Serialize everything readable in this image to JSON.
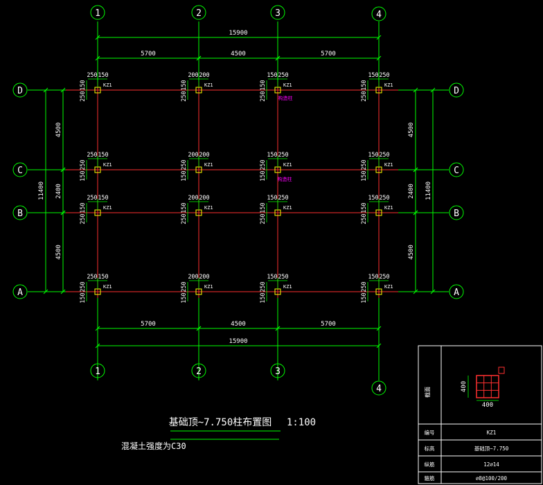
{
  "colors": {
    "background": "#000000",
    "axis": "#00ff00",
    "dimension": "#00ff00",
    "beam": "#ff3030",
    "column": "#ffff00",
    "text": "#ffffff",
    "note": "#ff00ff"
  },
  "axes": {
    "vertical": [
      "1",
      "2",
      "3",
      "4"
    ],
    "horizontal": [
      "D",
      "C",
      "B",
      "A"
    ]
  },
  "dims": {
    "total_x": "15900",
    "spans_x": [
      "5700",
      "4500",
      "5700"
    ],
    "total_y": "11400",
    "spans_y": [
      "4500",
      "2400",
      "4500"
    ]
  },
  "column_label": "KZ1",
  "column_offsets": {
    "c1": [
      "250",
      "150"
    ],
    "c2": [
      "200",
      "200"
    ],
    "c3": [
      "150",
      "250"
    ],
    "c4": [
      "150",
      "250"
    ],
    "rD": [
      "150",
      "250"
    ],
    "rC": [
      "250",
      "150"
    ],
    "rB": [
      "150",
      "250"
    ],
    "rA": [
      "250",
      "150"
    ]
  },
  "notes": [
    "构造柱",
    "构造柱"
  ],
  "title": {
    "main": "基础顶~7.750柱布置图",
    "scale": "1:100",
    "sub": "混凝土强度为C30"
  },
  "legend": {
    "section_label": "截面",
    "dim_w": "400",
    "dim_h": "400",
    "rows": [
      {
        "label": "编号",
        "value": "KZ1"
      },
      {
        "label": "标高",
        "value": "基础顶~7.750"
      },
      {
        "label": "纵筋",
        "value": "12⌀14"
      },
      {
        "label": "箍筋",
        "value": "⌀8@100/200"
      }
    ]
  }
}
